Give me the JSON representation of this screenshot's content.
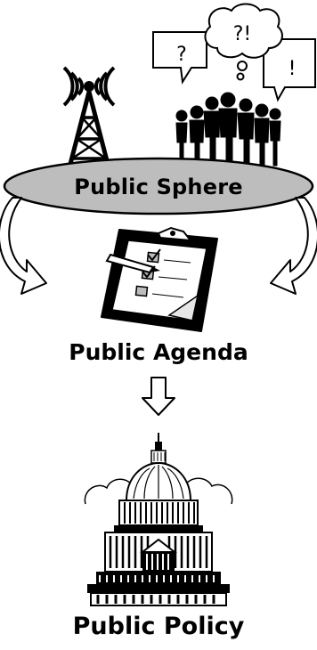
{
  "diagram": {
    "nodes": {
      "public_sphere": {
        "label": "Public Sphere"
      },
      "public_agenda": {
        "label": "Public Agenda"
      },
      "public_policy": {
        "label": "Public Policy"
      }
    },
    "speech_bubbles": {
      "question": "?",
      "thought": "?!",
      "exclaim": "!"
    },
    "colors": {
      "ink": "#000000",
      "ellipse_fill": "#bdbdbd",
      "background": "#ffffff"
    },
    "icons": [
      "radio-tower-icon",
      "crowd-icon",
      "speech-bubble-icon",
      "clipboard-checklist-icon",
      "capitol-building-icon",
      "down-arrow-icon",
      "curved-arrow-icon"
    ]
  }
}
